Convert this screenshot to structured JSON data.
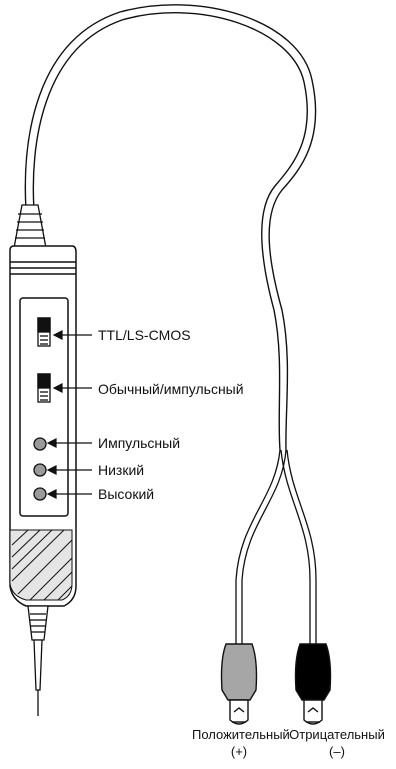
{
  "labels": {
    "ttl": "TTL/LS-CMOS",
    "mode": "Обычный/импульсный",
    "pulse": "Импульсный",
    "low": "Низкий",
    "high": "Высокий"
  },
  "clips": {
    "positive": {
      "name": "Положительный",
      "sign": "(+)",
      "color": "#a6a6a6"
    },
    "negative": {
      "name": "Отрицательный",
      "sign": "(–)",
      "color": "#000000"
    }
  },
  "colors": {
    "ink": "#111111",
    "body": "#ffffff",
    "grip": "#e5e5e5"
  }
}
